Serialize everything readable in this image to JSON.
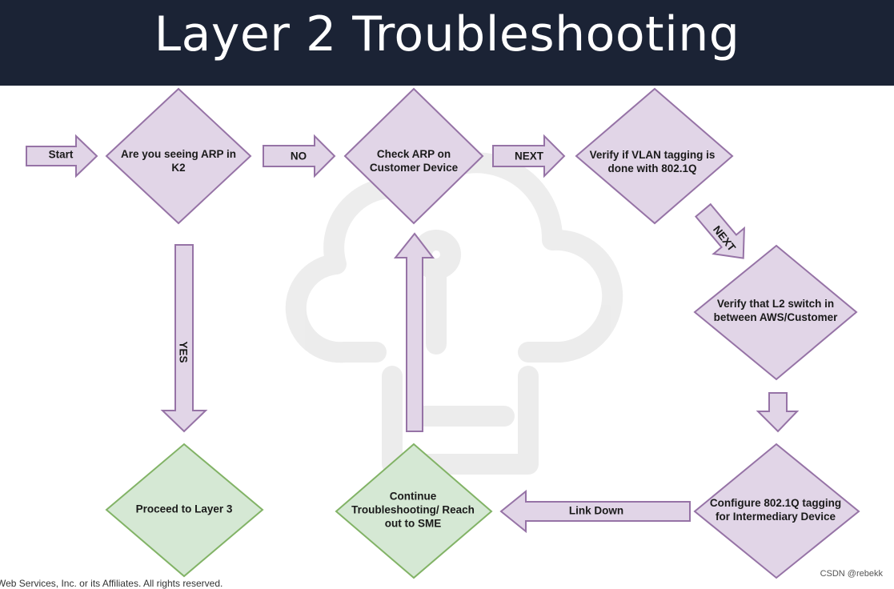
{
  "header": {
    "title": "Layer 2 Troubleshooting"
  },
  "colors": {
    "header_bg": "#1b2335",
    "purple_fill": "#e1d5e7",
    "purple_stroke": "#9673a6",
    "green_fill": "#d5e8d4",
    "green_stroke": "#82b366"
  },
  "nodes": {
    "start": "Start",
    "q_arp": "Are you seeing ARP in\nK2",
    "check_arp": "Check ARP on\nCustomer Device",
    "verify_vlan": "Verify if VLAN tagging is\ndone with 802.1Q",
    "verify_l2": "Verify that L2 switch in\nbetween AWS/Customer",
    "configure": "Configure 802.1Q tagging\nfor Intermediary Device",
    "continue": "Continue\nTroubleshooting/ Reach\nout to SME",
    "layer3": "Proceed to Layer 3"
  },
  "edges": {
    "no": "NO",
    "next1": "NEXT",
    "next2": "NEXT",
    "yes": "YES",
    "link_down": "Link Down"
  },
  "footer": {
    "copyright": "Web Services, Inc. or its Affiliates. All rights reserved.",
    "credit": "CSDN @rebekk"
  }
}
